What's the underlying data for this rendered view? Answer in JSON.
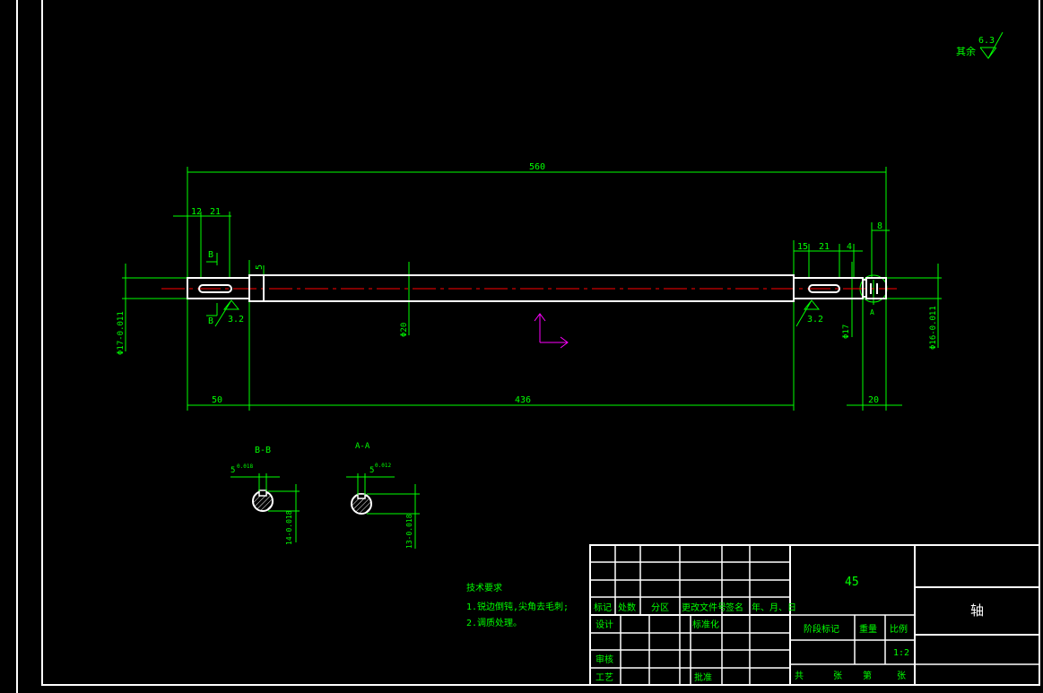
{
  "colors": {
    "background": "#000000",
    "geometry": "#ffffff",
    "dimension": "#00ff00",
    "centerline": "#ff0000",
    "ucs": "#ff00ff"
  },
  "roughness_note": {
    "label": "其余",
    "value": "6.3"
  },
  "dims": {
    "total_length": "560",
    "left_step": "12",
    "left_key_len": "21",
    "right_step": "15",
    "right_key_len": "21",
    "right_groove": "4",
    "right_end": "8",
    "small_5": "5",
    "left_len": "50",
    "mid_len": "436",
    "right_len": "20",
    "dia_left": "Φ17-0.011",
    "dia_mid": "Φ20",
    "dia_right_shoulder": "Φ17",
    "dia_right_end": "Φ16-0.011",
    "rough_left": "3.2",
    "rough_right": "3.2",
    "section_mark_b": "B",
    "section_mark_a": "A"
  },
  "sections": [
    {
      "title": "B-B",
      "tol_w": "5",
      "tol_w_dev": "0.018",
      "tol_h": "14-0.018"
    },
    {
      "title": "A-A",
      "tol_w": "5",
      "tol_w_dev": "0.012",
      "tol_h": "13-0.018"
    }
  ],
  "tech_req": {
    "title": "技术要求",
    "items": [
      "1.锐边倒钝,尖角去毛刺;",
      "2.调质处理。"
    ]
  },
  "title_block": {
    "material": "45",
    "part_name": "轴",
    "header": [
      "标记",
      "处数",
      "分区",
      "更改文件号",
      "签名",
      "年、月、日"
    ],
    "design": "设计",
    "standardize": "标准化",
    "check": "审核",
    "process": "工艺",
    "approve": "批准",
    "stage_mark": "阶段标记",
    "weight": "重量",
    "scale": "比例",
    "scale_value": "1:2",
    "sheets_total": "共",
    "sheet_unit": "张",
    "sheet_no": "第",
    "sheet_unit2": "张"
  }
}
